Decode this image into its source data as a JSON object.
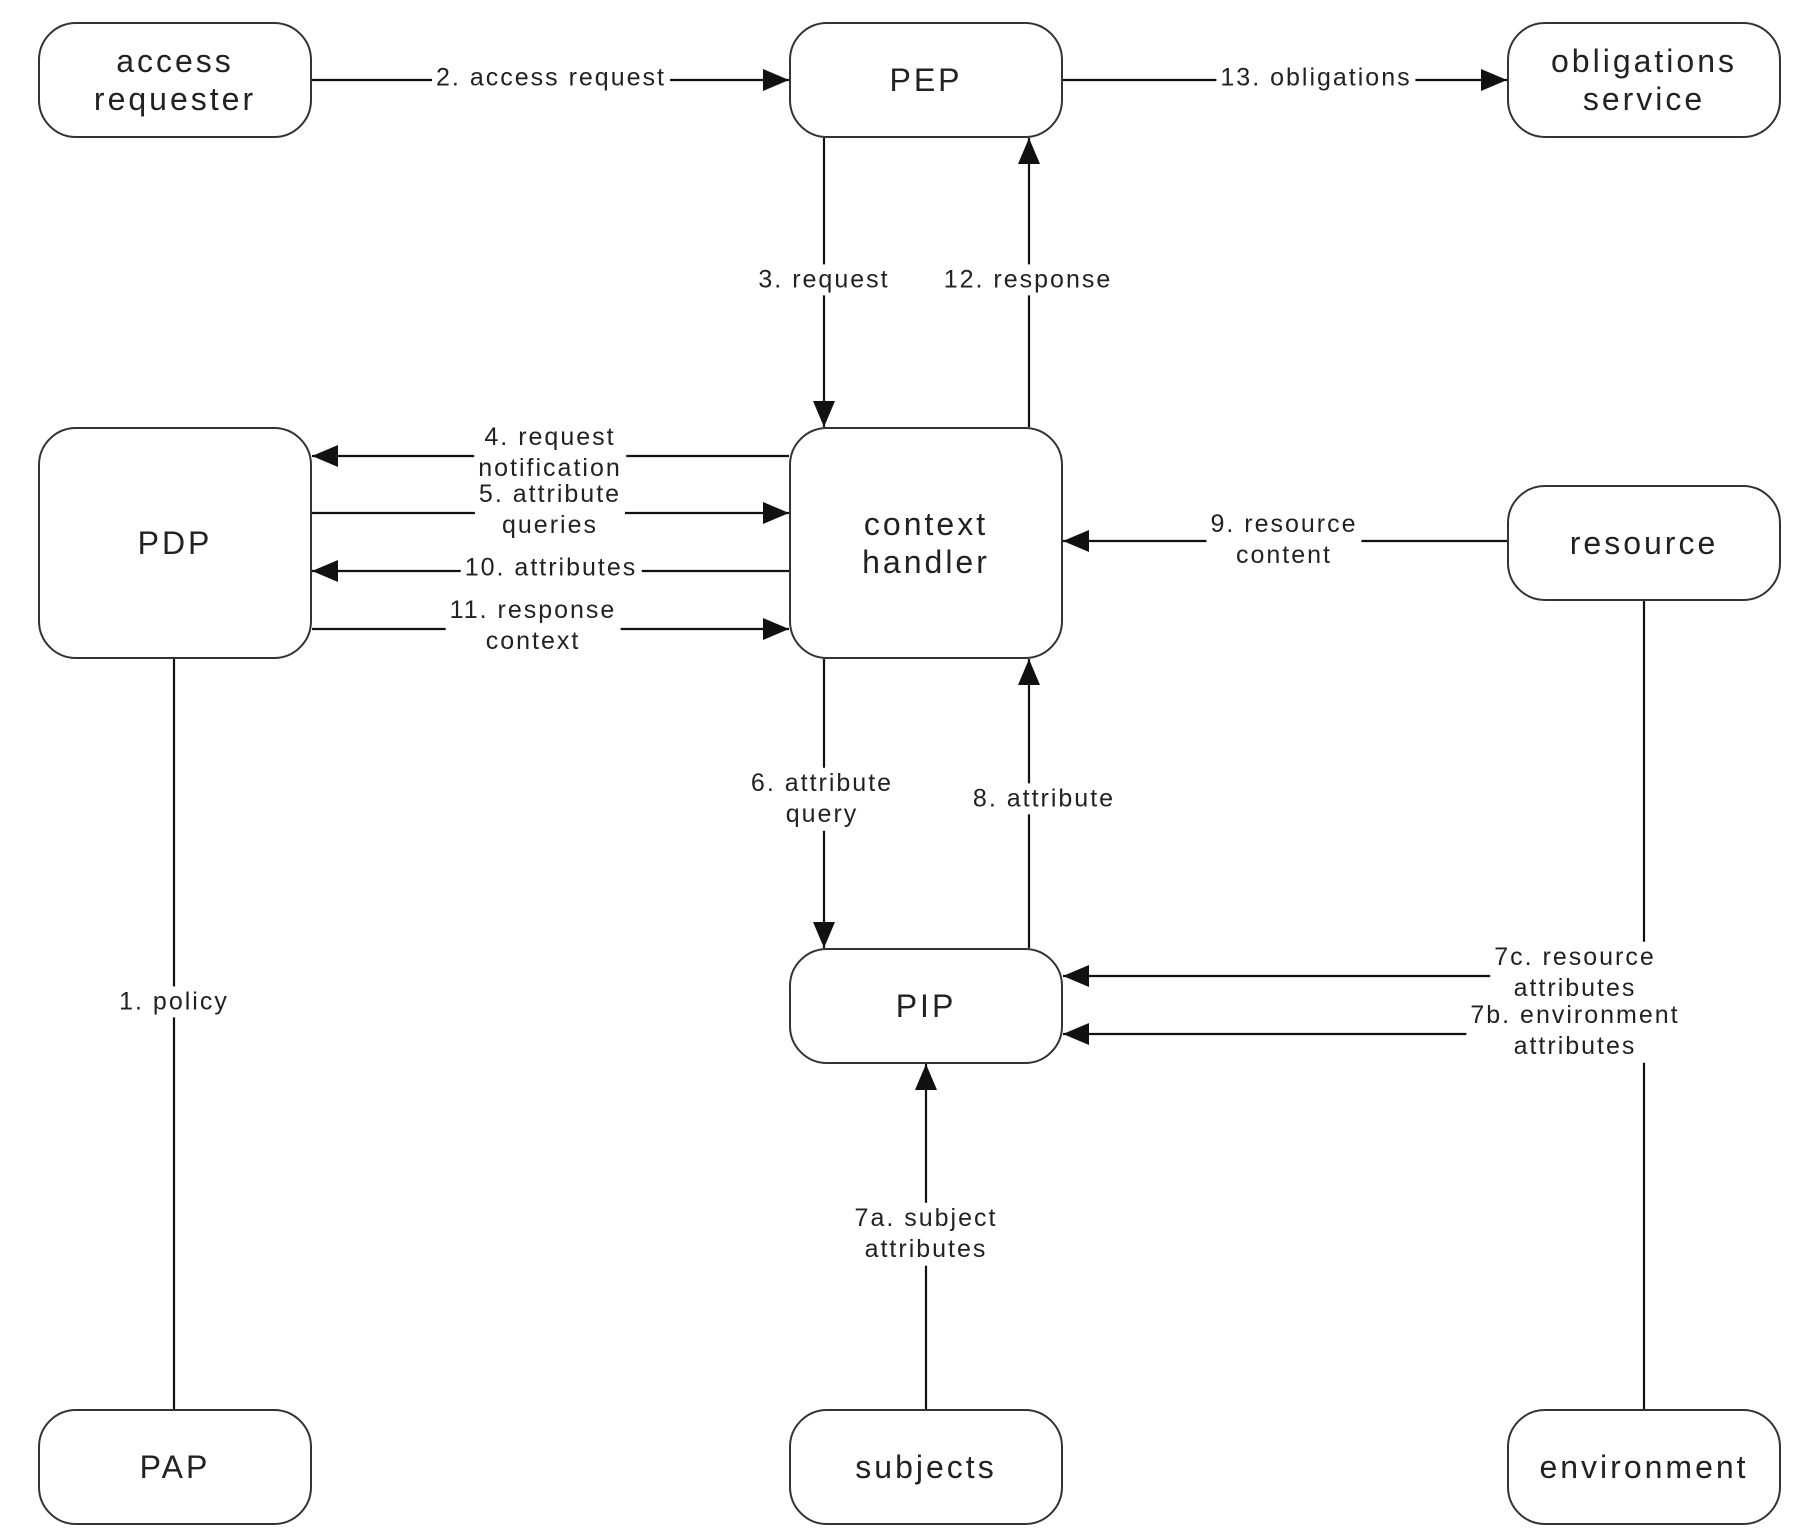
{
  "colors": {
    "stroke": "#111111",
    "node_border": "#333333",
    "text": "#222222",
    "background": "#ffffff"
  },
  "nodes": {
    "access_requester": "access\nrequester",
    "pep": "PEP",
    "obligations_service": "obligations\nservice",
    "pdp": "PDP",
    "context_handler": "context\nhandler",
    "resource": "resource",
    "pip": "PIP",
    "pap": "PAP",
    "subjects": "subjects",
    "environment": "environment"
  },
  "edges": {
    "policy": "1. policy",
    "access_request": "2. access request",
    "request": "3. request",
    "request_notification": "4. request\nnotification",
    "attribute_queries": "5. attribute\nqueries",
    "attribute_query": "6. attribute\nquery",
    "subject_attributes": "7a. subject\nattributes",
    "environment_attributes": "7b. environment\nattributes",
    "resource_attributes": "7c. resource\nattributes",
    "attribute": "8. attribute",
    "resource_content": "9. resource\ncontent",
    "attributes": "10. attributes",
    "response_context": "11. response\ncontext",
    "response": "12. response",
    "obligations": "13. obligations"
  }
}
